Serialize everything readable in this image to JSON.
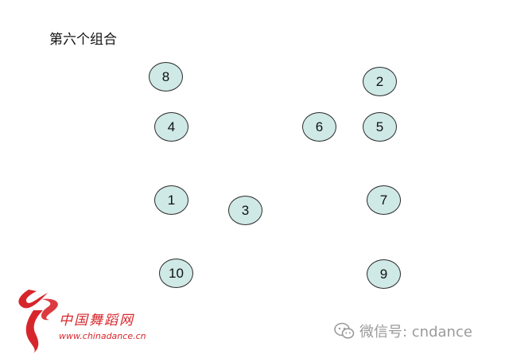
{
  "title": "第六个组合",
  "node_fill": "#cfe9e6",
  "node_border": "#2a2a2a",
  "nodes": [
    {
      "id": "8",
      "label": "8"
    },
    {
      "id": "4",
      "label": "4"
    },
    {
      "id": "1",
      "label": "1"
    },
    {
      "id": "10",
      "label": "10"
    },
    {
      "id": "3",
      "label": "3"
    },
    {
      "id": "6",
      "label": "6"
    },
    {
      "id": "2",
      "label": "2"
    },
    {
      "id": "5",
      "label": "5"
    },
    {
      "id": "7",
      "label": "7"
    },
    {
      "id": "9",
      "label": "9"
    }
  ],
  "watermark": {
    "brand": "中国舞蹈网",
    "url": "www.chinadance.cn",
    "brand_color": "#d7262b"
  },
  "wechat": {
    "label": "微信号: cndance",
    "icon": "wechat-icon"
  }
}
